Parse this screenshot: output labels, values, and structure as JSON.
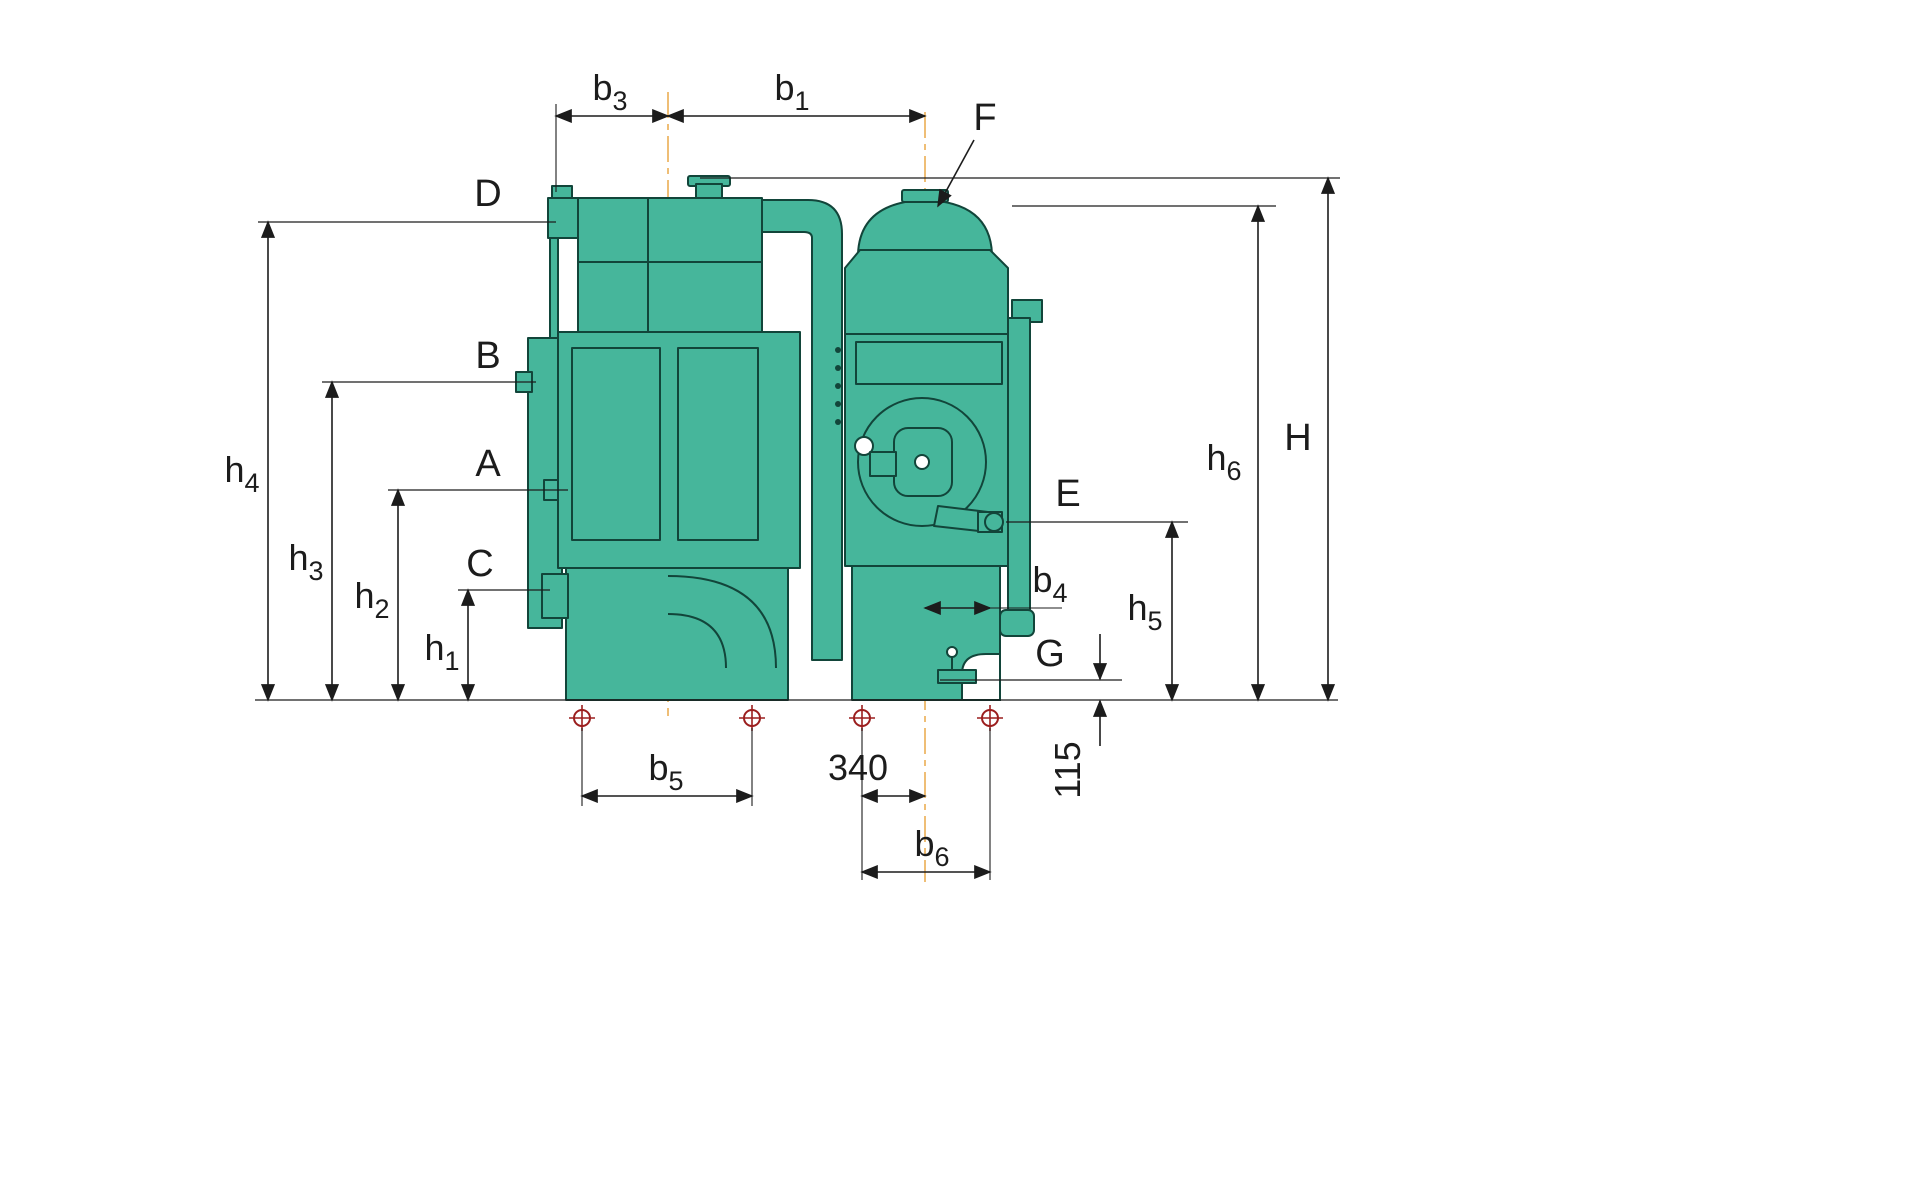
{
  "colors": {
    "bg": "#ffffff",
    "machine_fill": "#46b69b",
    "machine_stroke": "#12453a",
    "dim_color": "#1c1c1c",
    "label_color": "#1c1c1c",
    "centerline_color": "#e8a23c",
    "foot_color": "#9b1e1e"
  },
  "labels": {
    "b1": {
      "base": "b",
      "sub": "1"
    },
    "b3": {
      "base": "b",
      "sub": "3"
    },
    "b4": {
      "base": "b",
      "sub": "4"
    },
    "b5": {
      "base": "b",
      "sub": "5"
    },
    "b6": {
      "base": "b",
      "sub": "6"
    },
    "h1": {
      "base": "h",
      "sub": "1"
    },
    "h2": {
      "base": "h",
      "sub": "2"
    },
    "h3": {
      "base": "h",
      "sub": "3"
    },
    "h4": {
      "base": "h",
      "sub": "4"
    },
    "h5": {
      "base": "h",
      "sub": "5"
    },
    "h6": {
      "base": "h",
      "sub": "6"
    },
    "H": {
      "base": "H",
      "sub": ""
    },
    "A": {
      "base": "A",
      "sub": ""
    },
    "B": {
      "base": "B",
      "sub": ""
    },
    "C": {
      "base": "C",
      "sub": ""
    },
    "D": {
      "base": "D",
      "sub": ""
    },
    "E": {
      "base": "E",
      "sub": ""
    },
    "F": {
      "base": "F",
      "sub": ""
    },
    "G": {
      "base": "G",
      "sub": ""
    },
    "d340": {
      "base": "340",
      "sub": ""
    },
    "d115": {
      "base": "115",
      "sub": ""
    }
  }
}
